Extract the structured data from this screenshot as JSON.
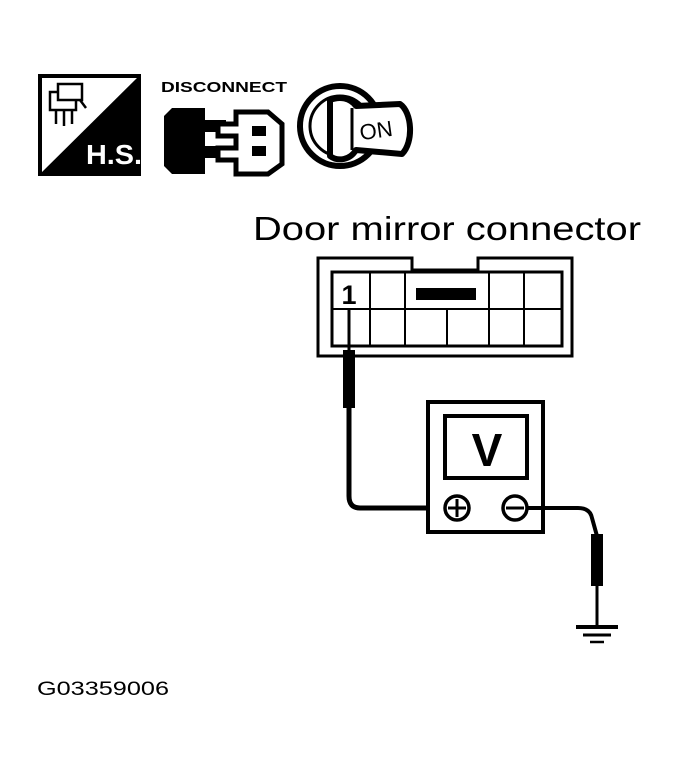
{
  "icons": {
    "hs_label": "H.S.",
    "disconnect_label": "DISCONNECT",
    "ignition_label": "ON"
  },
  "diagram": {
    "connector_title": "Door mirror connector",
    "pin_number": "1",
    "meter_label": "V",
    "figure_code": "G03359006"
  }
}
